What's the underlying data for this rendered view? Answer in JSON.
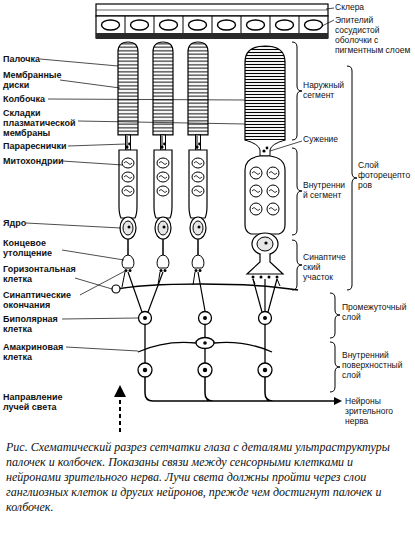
{
  "diagram": {
    "caption": "Рис. Схематический разрез сетчатки глаза с деталями ультраструктуры палочек и колбочек. Показаны связи между сенсорными клетками и нейронами зрительного нерва. Лучи света должны пройти через слои ганглиозных клеток и других нейронов, прежде чем достигнут палочек и колбочек.",
    "labels": [
      "Склера",
      "Эпителий сосудистой оболочки с пигментным слоем",
      "Палочка",
      "Мембранные диски",
      "Колбочка",
      "Складки плазматической мембраны",
      "Парареснички",
      "Митохондрии",
      "Ядро",
      "Концевое утолщение",
      "Горизонтальная клетка",
      "Синаптические окончания",
      "Биполярная клетка",
      "Амакриновая клетка",
      "Направление лучей света",
      "Наружный сегмент",
      "Сужение",
      "Внутренний сегмент",
      "Синаптический участок",
      "Слой фоторецепторов",
      "Промежуточный слой",
      "Внутренний поверхностный слой",
      "Нейроны зрительного нерва"
    ]
  }
}
